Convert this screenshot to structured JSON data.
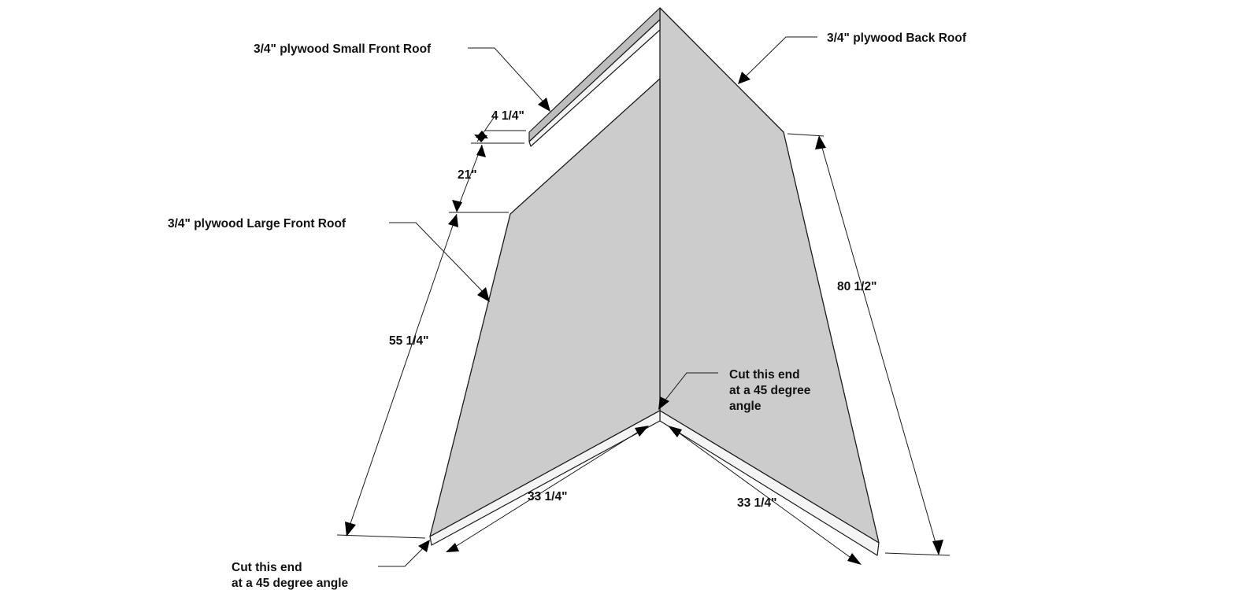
{
  "callouts": {
    "small_front_roof": "3/4\" plywood Small Front Roof",
    "back_roof": "3/4\" plywood Back Roof",
    "large_front_roof": "3/4\" plywood Large Front Roof",
    "cut_right_line1": "Cut this end",
    "cut_right_line2": "at a 45 degree",
    "cut_right_line3": "angle",
    "cut_left_line1": "Cut this end",
    "cut_left_line2": "at a 45 degree angle"
  },
  "dimensions": {
    "small_width": "4 1/4\"",
    "gap": "21\"",
    "large_length": "55 1/4\"",
    "back_length": "80 1/2\"",
    "front_base": "33 1/4\"",
    "back_base": "33 1/4\""
  },
  "colors": {
    "panel": "#cccccc",
    "edge": "#f4f4f4",
    "line": "#1a1a1a"
  }
}
